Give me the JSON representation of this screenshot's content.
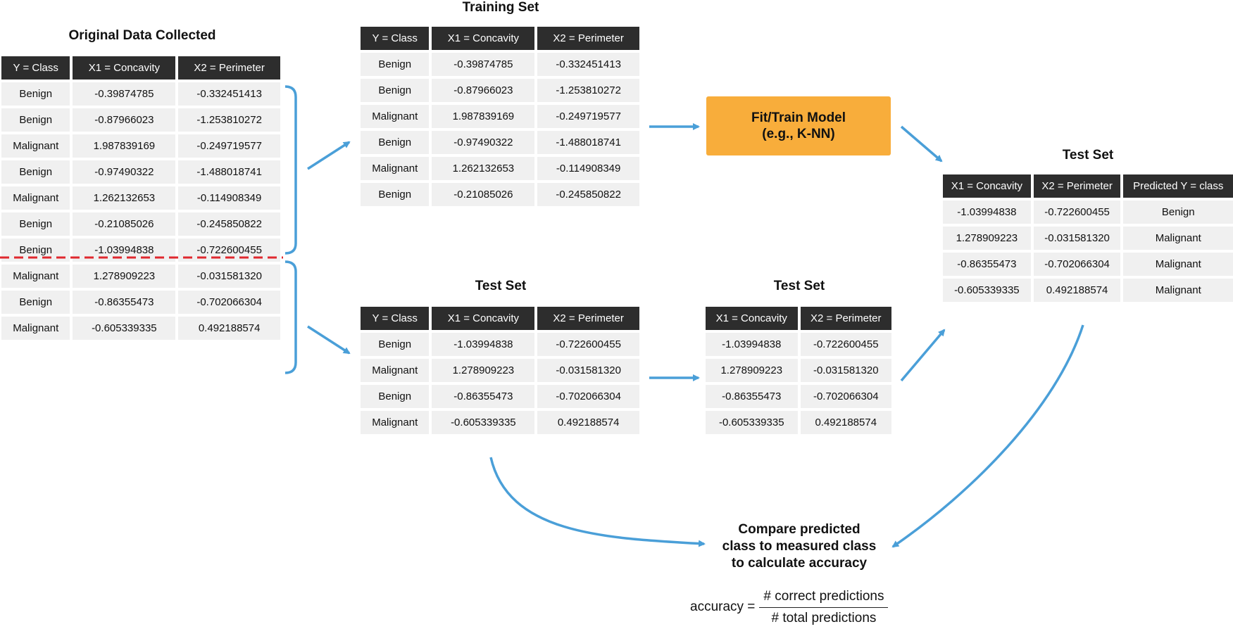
{
  "titles": {
    "original": "Original Data Collected",
    "training": "Training Set",
    "test_mid": "Test Set",
    "test_features": "Test Set",
    "test_predicted": "Test Set"
  },
  "model": {
    "line1": "Fit/Train Model",
    "line2": "(e.g., K-NN)"
  },
  "compare": {
    "line1": "Compare predicted",
    "line2": "class to measured class",
    "line3": "to calculate accuracy"
  },
  "formula": {
    "lhs": "accuracy =",
    "numerator": "# correct predictions",
    "denominator": "# total predictions"
  },
  "tables": {
    "original": {
      "headers": [
        "Y = Class",
        "X1 = Concavity",
        "X2 = Perimeter"
      ],
      "rows": [
        [
          "Benign",
          "-0.39874785",
          "-0.332451413"
        ],
        [
          "Benign",
          "-0.87966023",
          "-1.253810272"
        ],
        [
          "Malignant",
          "1.987839169",
          "-0.249719577"
        ],
        [
          "Benign",
          "-0.97490322",
          "-1.488018741"
        ],
        [
          "Malignant",
          "1.262132653",
          "-0.114908349"
        ],
        [
          "Benign",
          "-0.21085026",
          "-0.245850822"
        ],
        [
          "Benign",
          "-1.03994838",
          "-0.722600455"
        ],
        [
          "Malignant",
          "1.278909223",
          "-0.031581320"
        ],
        [
          "Benign",
          "-0.86355473",
          "-0.702066304"
        ],
        [
          "Malignant",
          "-0.605339335",
          "0.492188574"
        ]
      ]
    },
    "training": {
      "headers": [
        "Y = Class",
        "X1 = Concavity",
        "X2 = Perimeter"
      ],
      "rows": [
        [
          "Benign",
          "-0.39874785",
          "-0.332451413"
        ],
        [
          "Benign",
          "-0.87966023",
          "-1.253810272"
        ],
        [
          "Malignant",
          "1.987839169",
          "-0.249719577"
        ],
        [
          "Benign",
          "-0.97490322",
          "-1.488018741"
        ],
        [
          "Malignant",
          "1.262132653",
          "-0.114908349"
        ],
        [
          "Benign",
          "-0.21085026",
          "-0.245850822"
        ]
      ]
    },
    "test_mid": {
      "headers": [
        "Y = Class",
        "X1 = Concavity",
        "X2 = Perimeter"
      ],
      "rows": [
        [
          "Benign",
          "-1.03994838",
          "-0.722600455"
        ],
        [
          "Malignant",
          "1.278909223",
          "-0.031581320"
        ],
        [
          "Benign",
          "-0.86355473",
          "-0.702066304"
        ],
        [
          "Malignant",
          "-0.605339335",
          "0.492188574"
        ]
      ]
    },
    "test_features": {
      "headers": [
        "X1 = Concavity",
        "X2 = Perimeter"
      ],
      "rows": [
        [
          "-1.03994838",
          "-0.722600455"
        ],
        [
          "1.278909223",
          "-0.031581320"
        ],
        [
          "-0.86355473",
          "-0.702066304"
        ],
        [
          "-0.605339335",
          "0.492188574"
        ]
      ]
    },
    "test_predicted": {
      "headers": [
        "X1 = Concavity",
        "X2 = Perimeter",
        "Predicted Y = class"
      ],
      "rows": [
        [
          "-1.03994838",
          "-0.722600455",
          "Benign"
        ],
        [
          "1.278909223",
          "-0.031581320",
          "Malignant"
        ],
        [
          "-0.86355473",
          "-0.702066304",
          "Malignant"
        ],
        [
          "-0.605339335",
          "0.492188574",
          "Malignant"
        ]
      ]
    }
  },
  "colors": {
    "arrow": "#4a9fd8",
    "split_line": "#e0282e",
    "model_box": "#f8ad3b",
    "header_bg": "#2d2d2d",
    "cell_bg": "#f0f0f0"
  }
}
